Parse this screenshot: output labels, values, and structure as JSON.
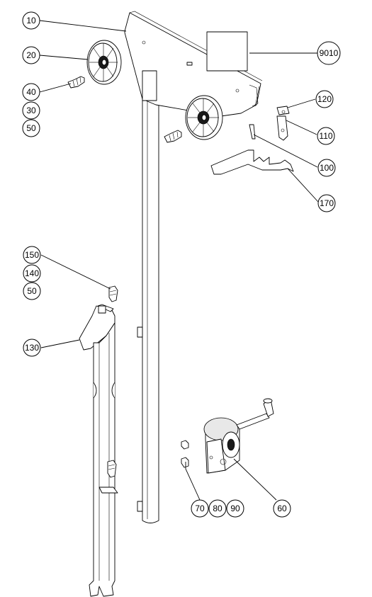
{
  "diagram": {
    "callouts": [
      {
        "id": "c10",
        "label": "10"
      },
      {
        "id": "c20",
        "label": "20"
      },
      {
        "id": "c40",
        "label": "40"
      },
      {
        "id": "c30",
        "label": "30"
      },
      {
        "id": "c50a",
        "label": "50"
      },
      {
        "id": "c9010",
        "label": "9010"
      },
      {
        "id": "c120",
        "label": "120"
      },
      {
        "id": "c110",
        "label": "110"
      },
      {
        "id": "c100",
        "label": "100"
      },
      {
        "id": "c170",
        "label": "170"
      },
      {
        "id": "c150",
        "label": "150"
      },
      {
        "id": "c140",
        "label": "140"
      },
      {
        "id": "c50b",
        "label": "50"
      },
      {
        "id": "c130",
        "label": "130"
      },
      {
        "id": "c70",
        "label": "70"
      },
      {
        "id": "c80",
        "label": "80"
      },
      {
        "id": "c90",
        "label": "90"
      },
      {
        "id": "c60",
        "label": "60"
      }
    ],
    "parts": [
      {
        "name": "head-plate",
        "callout": "10"
      },
      {
        "name": "pulley-wheel",
        "callout": "20"
      },
      {
        "name": "axle-bolt",
        "callout": "40"
      },
      {
        "name": "label-decal",
        "callout": "9010"
      },
      {
        "name": "latch",
        "callout": "110"
      },
      {
        "name": "latch-pin",
        "callout": "120"
      },
      {
        "name": "spring-clip",
        "callout": "100"
      },
      {
        "name": "bracket",
        "callout": "170"
      },
      {
        "name": "bolt",
        "callout": "150"
      },
      {
        "name": "lift-arm",
        "callout": "130"
      },
      {
        "name": "winch",
        "callout": "60"
      },
      {
        "name": "winch-fasteners",
        "callout": "70"
      }
    ]
  }
}
